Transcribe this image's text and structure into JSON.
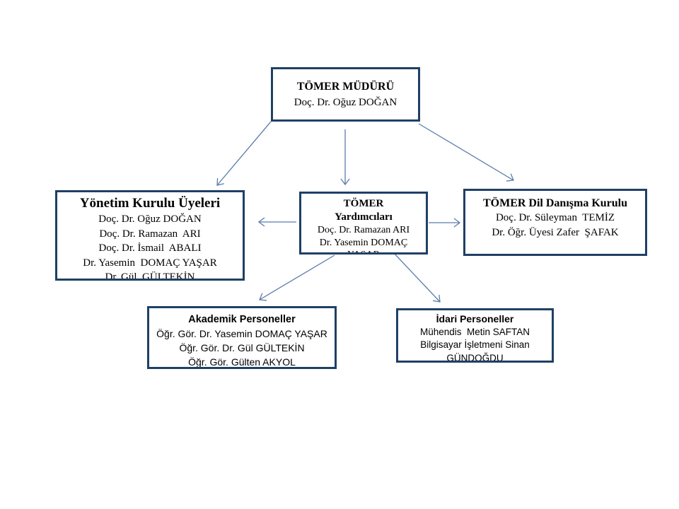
{
  "diagram": {
    "type": "org-chart",
    "nodes": {
      "muduru": {
        "title": "TÖMER MÜDÜRÜ",
        "lines": [
          "Doç. Dr. Oğuz DOĞAN"
        ]
      },
      "yonetim": {
        "title": "Yönetim Kurulu Üyeleri",
        "lines": [
          "Doç. Dr. Oğuz DOĞAN",
          "Doç. Dr. Ramazan  ARI",
          "Doç. Dr. İsmail  ABALI",
          "Dr. Yasemin  DOMAÇ YAŞAR",
          "Dr. Gül  GÜLTEKİN"
        ]
      },
      "yardimcilari": {
        "title": "TÖMER Yardımcıları",
        "lines": [
          "Doç. Dr. Ramazan ARI",
          "Dr. Yasemin DOMAÇ",
          "YAŞAR"
        ]
      },
      "dil_danisma": {
        "title": "TÖMER Dil Danışma Kurulu",
        "lines": [
          "Doç. Dr. Süleyman  TEMİZ",
          "Dr. Öğr. Üyesi Zafer  ŞAFAK"
        ]
      },
      "akademik": {
        "title": "Akademik Personeller",
        "lines": [
          "Öğr. Gör. Dr. Yasemin DOMAÇ YAŞAR",
          "Öğr. Gör. Dr. Gül GÜLTEKİN",
          "Öğr. Gör. Gülten AKYOL"
        ]
      },
      "idari": {
        "title": "İdari Personeller",
        "lines": [
          "Mühendis  Metin SAFTAN",
          "Bilgisayar İşletmeni Sinan",
          "GÜNDOĞDU"
        ]
      }
    },
    "edges": [
      {
        "from": "muduru",
        "to": "yonetim"
      },
      {
        "from": "muduru",
        "to": "yardimcilari"
      },
      {
        "from": "muduru",
        "to": "dil_danisma"
      },
      {
        "from": "yardimcilari",
        "to": "yonetim"
      },
      {
        "from": "yardimcilari",
        "to": "dil_danisma"
      },
      {
        "from": "yardimcilari",
        "to": "akademik"
      },
      {
        "from": "yardimcilari",
        "to": "idari"
      }
    ],
    "colors": {
      "box_border": "#1f4066",
      "arrow": "#5b7cab",
      "text": "#000000",
      "background": "#ffffff"
    }
  }
}
